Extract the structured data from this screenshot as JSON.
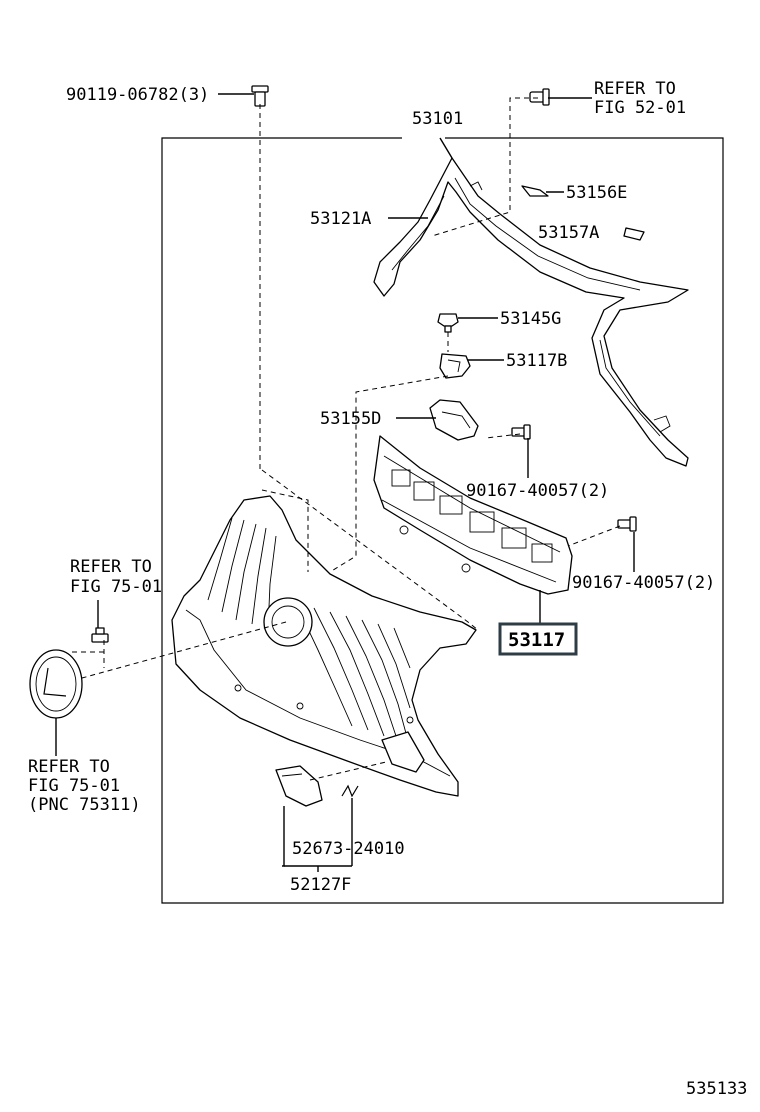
{
  "parts": {
    "bolt_top_left": "90119-06782(3)",
    "assembly": "53101",
    "refer_52_line1": "REFER TO",
    "refer_52_line2": "FIG 52-01",
    "moulding_upper": "53121A",
    "clip_e": "53156E",
    "clip_a": "53157A",
    "clip_g": "53145G",
    "bracket_b": "53117B",
    "retainer_d": "53155D",
    "screw_upper": "90167-40057(2)",
    "screw_right": "90167-40057(2)",
    "grille_highlight": "53117",
    "refer_75_line1": "REFER TO",
    "refer_75_line2": "FIG 75-01",
    "emblem_refer_line1": "REFER TO",
    "emblem_refer_line2": "FIG 75-01",
    "emblem_refer_line3": "(PNC 75311)",
    "clip_spring": "52673-24010",
    "cover": "52127F"
  },
  "figure_id": "535133"
}
